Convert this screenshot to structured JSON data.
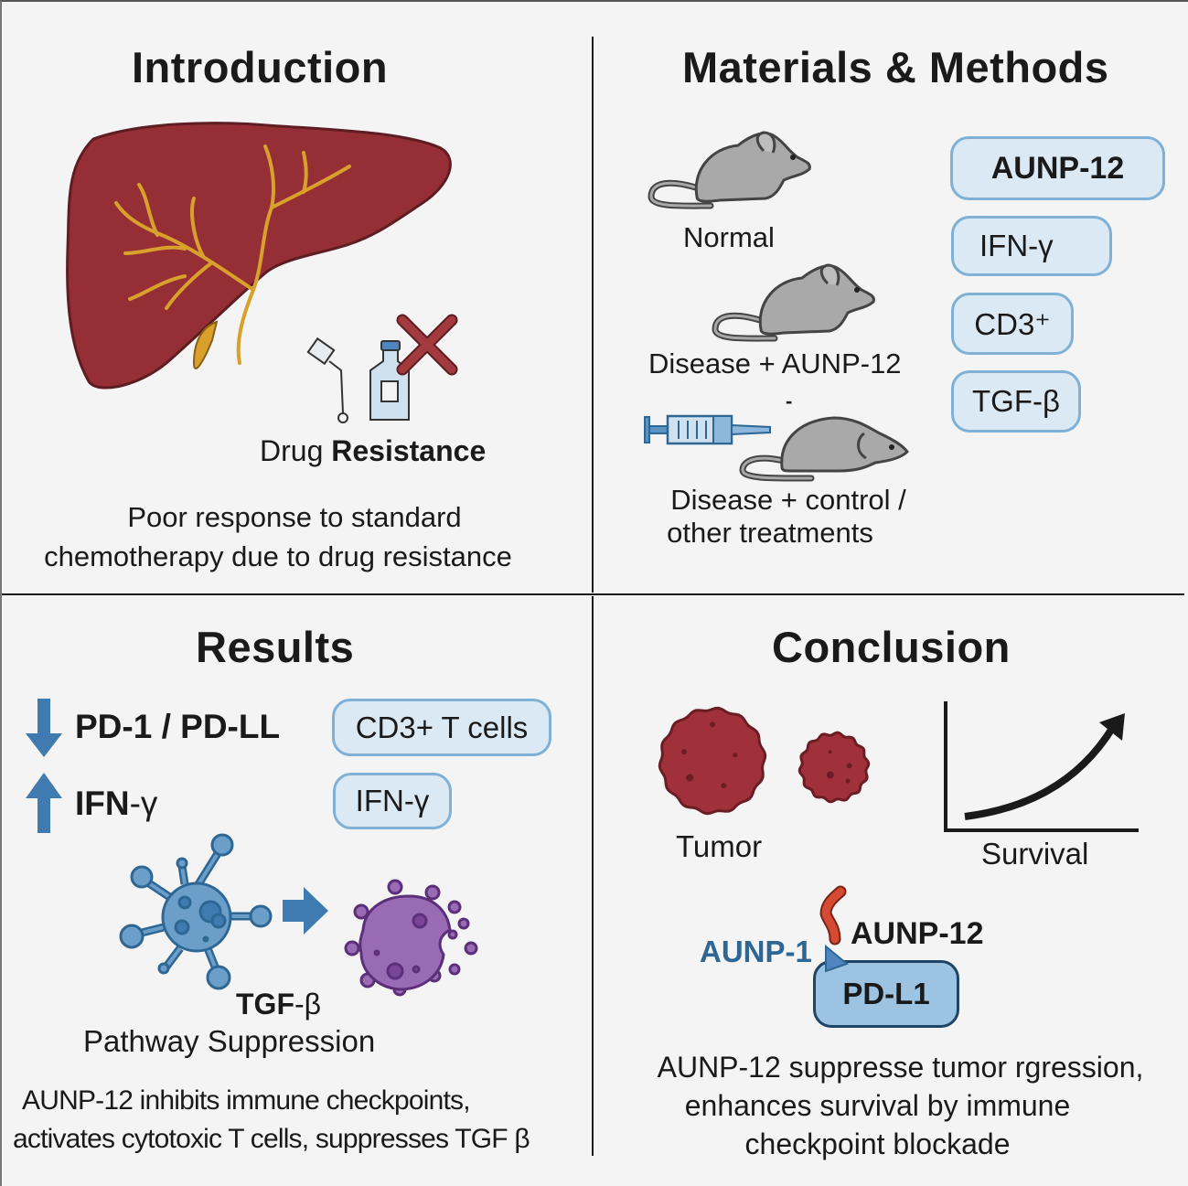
{
  "colors": {
    "background": "#f4f4f4",
    "divider": "#1a1a1a",
    "liver": "#952f35",
    "bile": "#d9a02b",
    "pill_fill": "#dbe9f4",
    "pill_border": "#7fb1d6",
    "arrow_blue": "#3f7bb0",
    "cell_blue": "#6b9fc9",
    "cell_purple": "#9a6bb5",
    "tumor_red": "#a0303a",
    "x_mark": "#a33a3d",
    "mouse_gray": "#a9a9a9",
    "aunp_blue": "#2e6694",
    "aunp_red": "#d44a32"
  },
  "introduction": {
    "title": "Introduction",
    "icons": [
      "liver-icon",
      "drug-vial-icon",
      "x-mark-icon"
    ],
    "drug_label_regular": "Drug ",
    "drug_label_bold": "Resistance",
    "description_line1": "Poor response to standard",
    "description_line2": "chemotherapy due to drug resistance"
  },
  "methods": {
    "title": "Materials & Methods",
    "groups": [
      {
        "label": "Normal",
        "icon": "mouse-icon"
      },
      {
        "label": "Disease + AUNP-12",
        "icon": "mouse-icon"
      },
      {
        "label_line1": "Disease + control /",
        "label_line2": "other treatments",
        "icon": "mouse-syringe-icon"
      }
    ],
    "dash": "-",
    "markers": [
      "AUNP-12",
      "IFN-γ",
      "CD3⁺",
      "TGF-β"
    ]
  },
  "results": {
    "title": "Results",
    "down_label": "PD-1 / PD-LL",
    "up_label_bold": "IFN",
    "up_label_rest": "-γ",
    "pills": [
      "CD3+ T cells",
      "IFN-γ"
    ],
    "pathway_bold": "TGF",
    "pathway_rest": "-β",
    "pathway_label": "Pathway Suppression",
    "description_line1": "AUNP-12 inhibits immune checkpoints,",
    "description_line2": "activates cytotoxic T cells, suppresses TGF β"
  },
  "conclusion": {
    "title": "Conclusion",
    "tumor_label": "Tumor",
    "survival_label": "Survival",
    "aunp_blue_label": "AUNP-1",
    "aunp_black_label": "AUNP-12",
    "pdl1_label": "PD-L1",
    "description_line1": "AUNP-12 suppresse tumor rgression,",
    "description_line2": "enhances survival by immune",
    "description_line3": "checkpoint blockade"
  }
}
